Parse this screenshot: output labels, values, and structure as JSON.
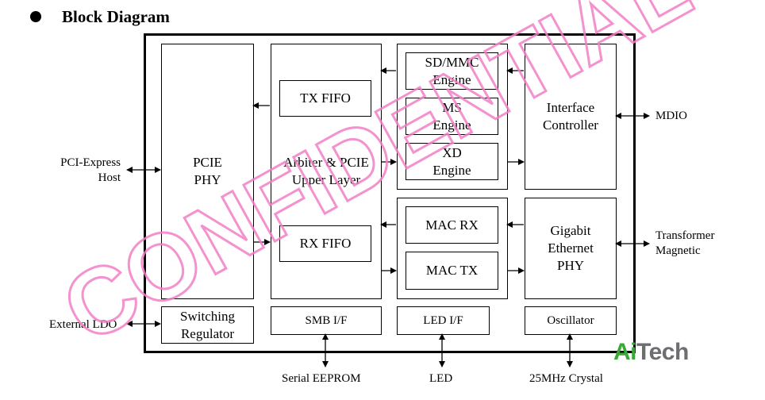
{
  "section": {
    "bullet_icon": "filled-circle",
    "title": "Block Diagram"
  },
  "blocks": {
    "pcie_phy": "PCIE\nPHY",
    "arbiter": "Arbiter & PCIE\nUpper Layer",
    "tx_fifo": "TX FIFO",
    "rx_fifo": "RX FIFO",
    "sd_mmc": "SD/MMC\nEngine",
    "ms": "MS\nEngine",
    "xd": "XD\nEngine",
    "interface_controller": "Interface\nController",
    "mac_rx": "MAC RX",
    "mac_tx": "MAC TX",
    "gigabit_phy": "Gigabit\nEthernet\nPHY",
    "switching_regulator": "Switching\nRegulator",
    "smb": "SMB I/F",
    "led_if": "LED I/F",
    "oscillator": "Oscillator"
  },
  "external": {
    "pci_host": "PCI-Express\nHost",
    "external_ldo": "External LDO",
    "mdio": "MDIO",
    "transformer": "Transformer\nMagnetic",
    "serial_eeprom": "Serial EEPROM",
    "led": "LED",
    "crystal": "25MHz Crystal"
  },
  "watermark": {
    "text": "CONFIDENTIAL",
    "color": "#f27fc6"
  },
  "logo": {
    "part1": "Ai",
    "part2": "Tech",
    "color1": "#3aaa35",
    "color2": "#6d6e71"
  }
}
